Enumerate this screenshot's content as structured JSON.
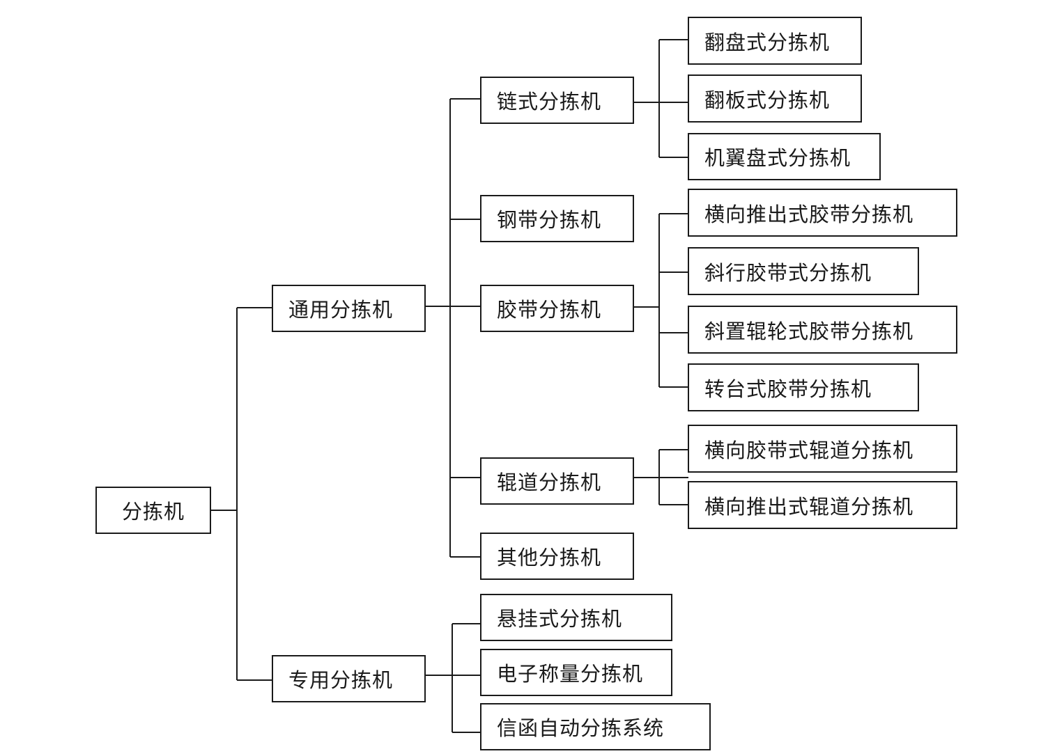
{
  "tree": {
    "root": "分拣机",
    "general": {
      "label": "通用分拣机",
      "chain": {
        "label": "链式分拣机",
        "children": [
          "翻盘式分拣机",
          "翻板式分拣机",
          "机翼盘式分拣机"
        ]
      },
      "steel": {
        "label": "钢带分拣机"
      },
      "belt": {
        "label": "胶带分拣机",
        "children": [
          "横向推出式胶带分拣机",
          "斜行胶带式分拣机",
          "斜置辊轮式胶带分拣机",
          "转台式胶带分拣机"
        ]
      },
      "roller": {
        "label": "辊道分拣机",
        "children": [
          "横向胶带式辊道分拣机",
          "横向推出式辊道分拣机"
        ]
      },
      "other": {
        "label": "其他分拣机"
      }
    },
    "special": {
      "label": "专用分拣机",
      "children": [
        "悬挂式分拣机",
        "电子称量分拣机",
        "信函自动分拣系统"
      ]
    }
  },
  "colors": {
    "line": "#1a1a1a",
    "box_border": "#1a1a1a",
    "background": "#ffffff"
  }
}
